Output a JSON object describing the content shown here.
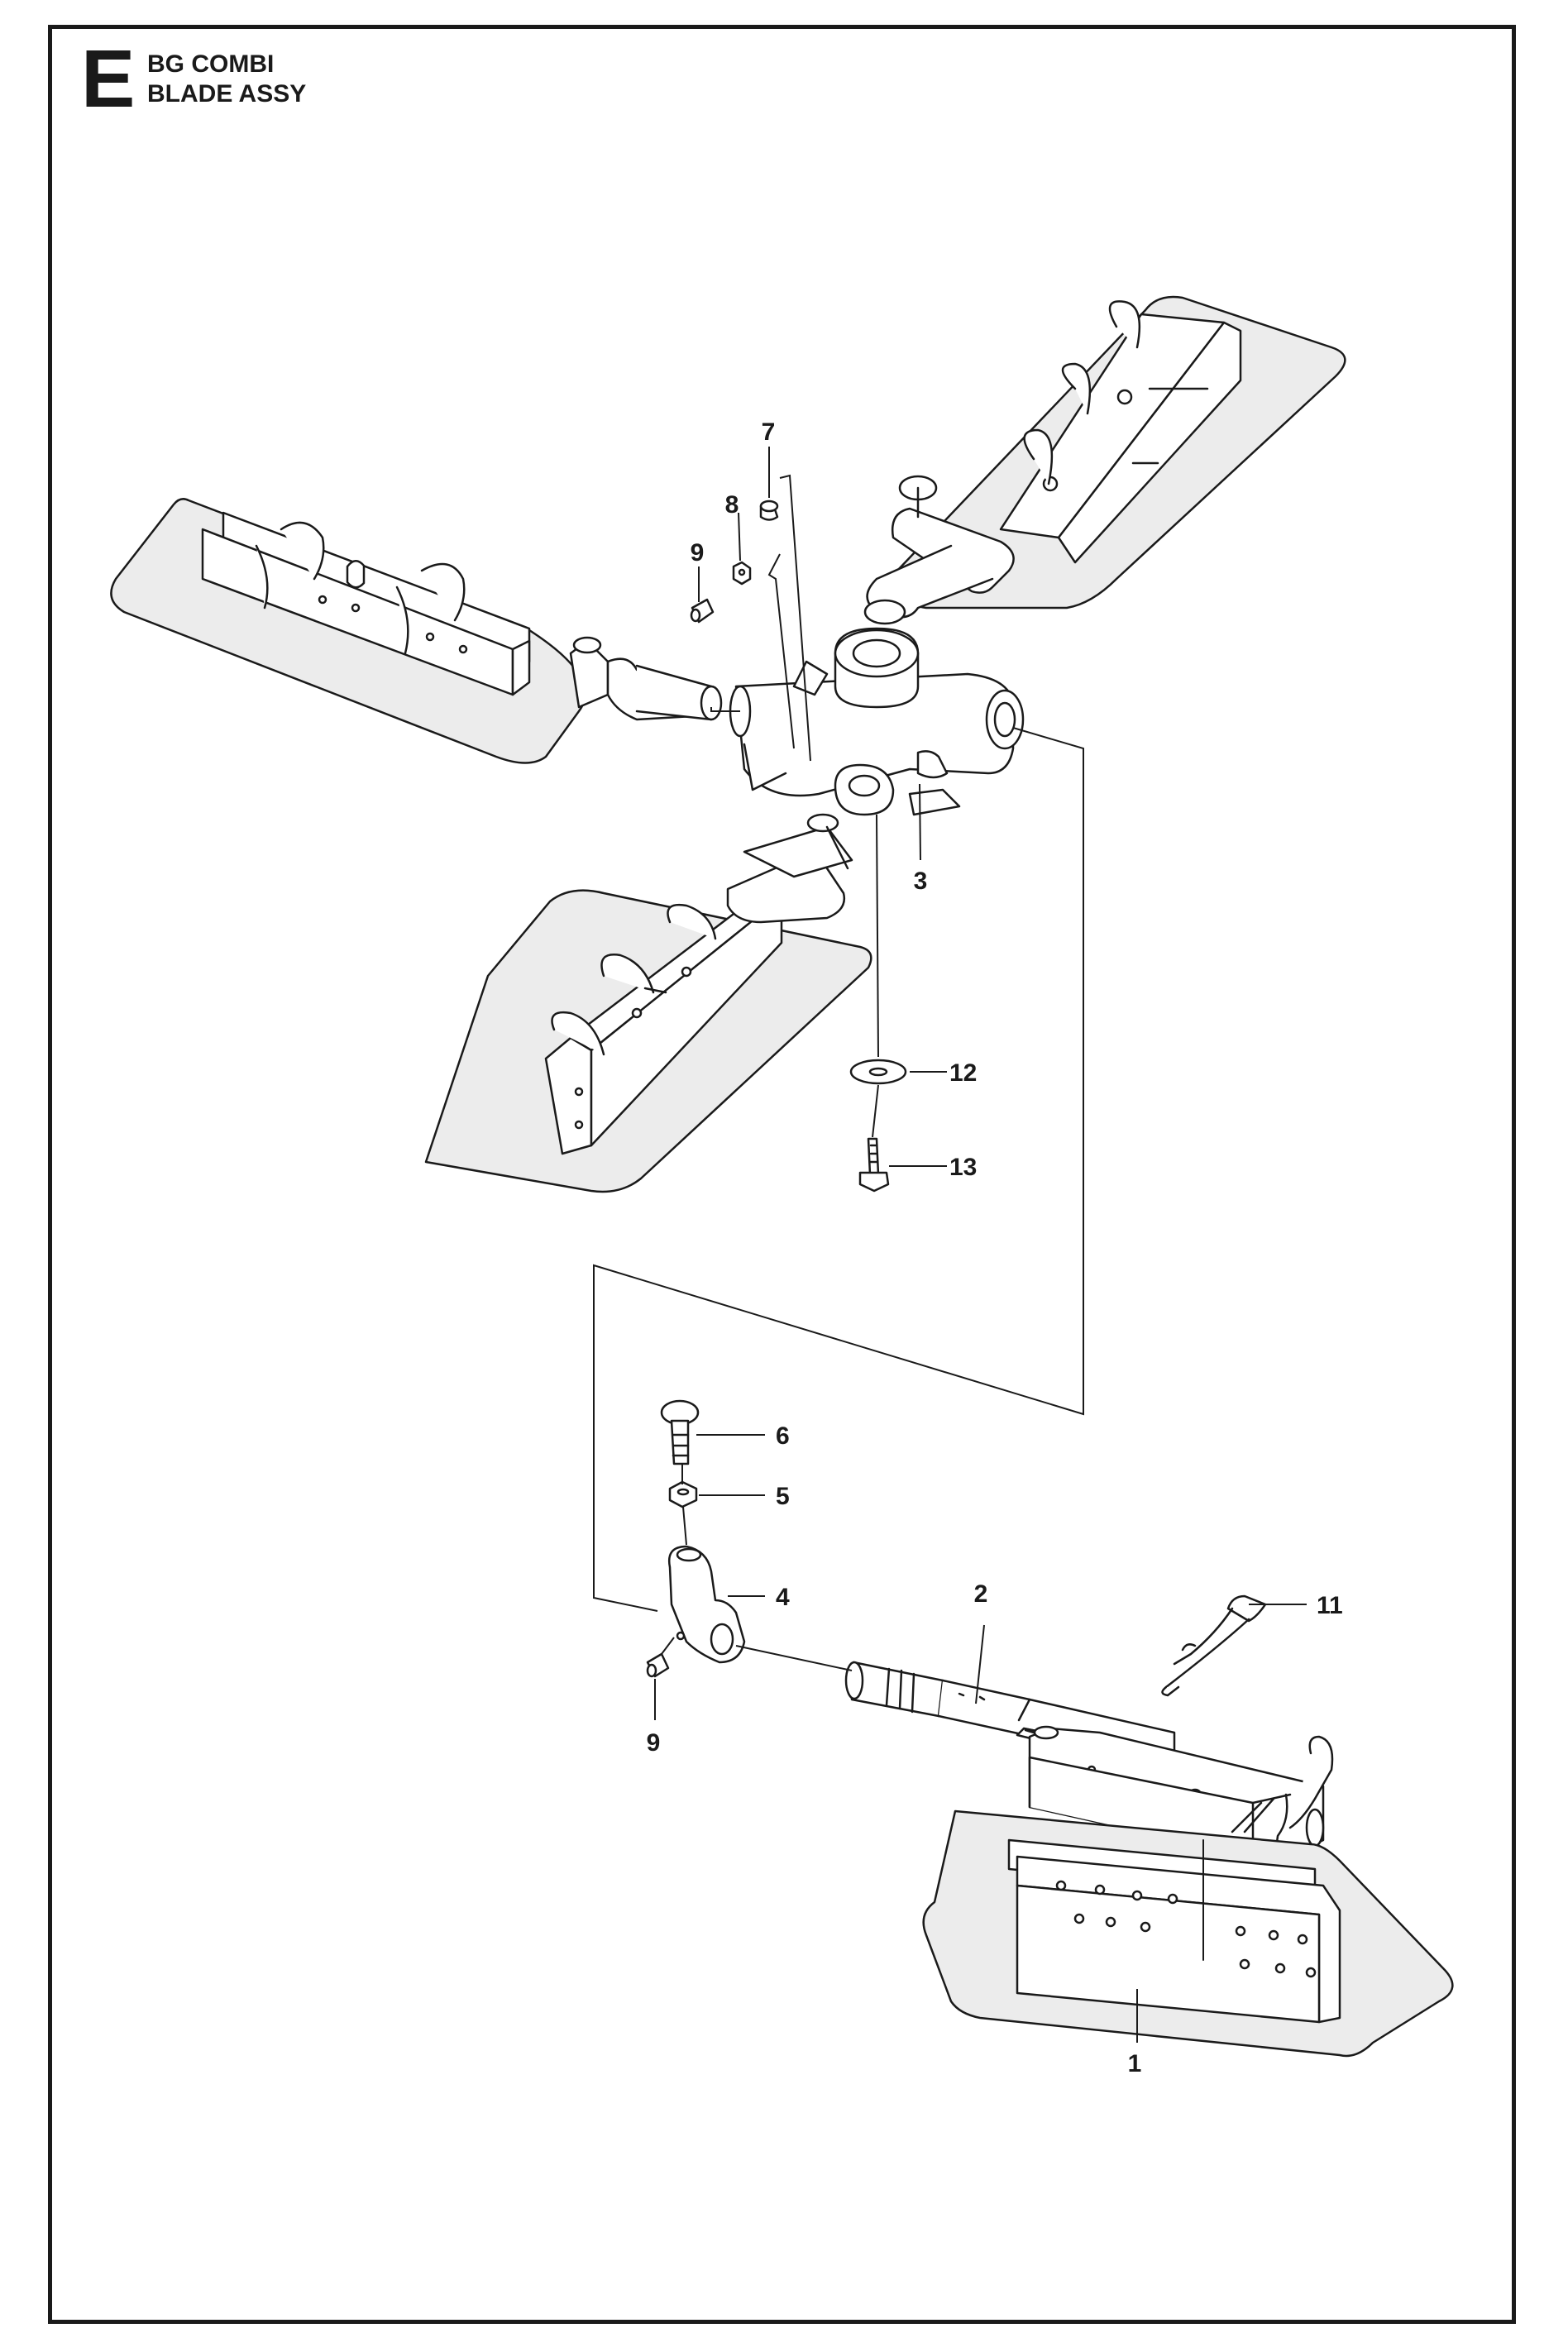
{
  "header": {
    "section_letter": "E",
    "line1": "BG COMBI",
    "line2": "BLADE ASSY"
  },
  "callouts": {
    "p1": "1",
    "p2": "2",
    "p3": "3",
    "p4": "4",
    "p5": "5",
    "p6": "6",
    "p7": "7",
    "p8": "8",
    "p9a": "9",
    "p9b": "9",
    "p11": "11",
    "p12": "12",
    "p13": "13"
  },
  "colors": {
    "ink": "#1a1a1a",
    "plate_fill": "#ececec",
    "part_fill": "#ffffff"
  }
}
